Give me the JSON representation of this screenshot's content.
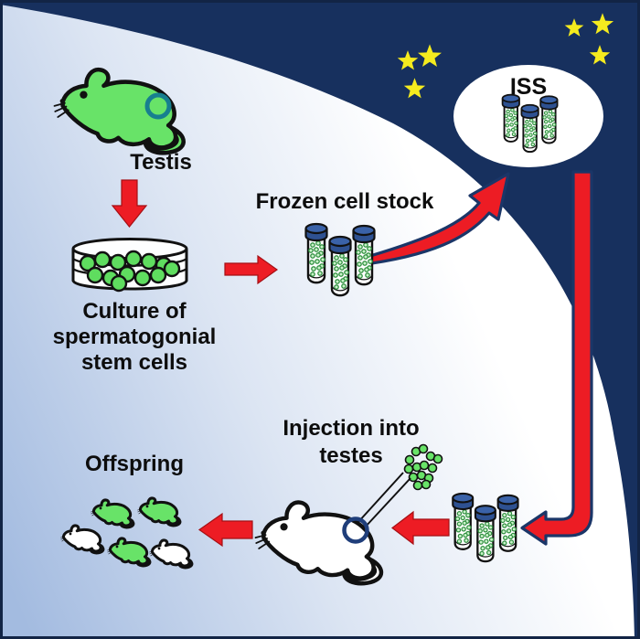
{
  "figure": {
    "labels": {
      "testis": "Testis",
      "culture_line1": "Culture of",
      "culture_line2": "spermatogonial",
      "culture_line3": "stem cells",
      "frozen_stock": "Frozen cell stock",
      "iss": "ISS",
      "injection_line1": "Injection into",
      "injection_line2": "testes",
      "offspring": "Offspring"
    },
    "colors": {
      "space_navy": "#17305E",
      "earth_light_blue": "#A3BBE0",
      "earth_white": "#FFFFFF",
      "arrow_red": "#ED1C24",
      "arrow_outline_navy": "#1B3668",
      "star_yellow": "#F5EB1E",
      "mouse_green": "#68E368",
      "mouse_white": "#FFFFFF",
      "cell_green": "#5FDD5F",
      "vial_cap_blue": "#2E5191",
      "vial_cap_top_blue": "#3A62A8",
      "vial_cell_green": "#C9F3C9",
      "vial_cell_stroke": "#2F8F3F",
      "testis_ring_teal": "#177F8F",
      "injection_ring_navy": "#1F3E7A",
      "outline_black": "#111111"
    },
    "counts": {
      "frozen_stock_vials": 3,
      "iss_vials": 3,
      "return_vials": 3,
      "offspring_green_mice": 3,
      "offspring_white_mice": 2,
      "stars": 6
    }
  }
}
